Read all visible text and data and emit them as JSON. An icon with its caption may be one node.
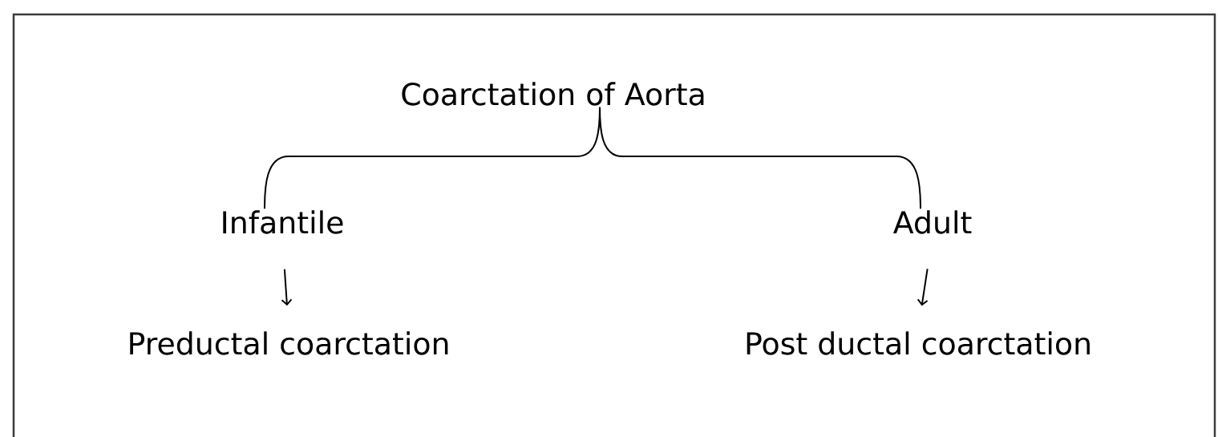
{
  "diagram": {
    "nodes": [
      {
        "text": [
          "Coarctation of Aorta"
        ]
      },
      {
        "text": [
          "Infantile"
        ]
      },
      {
        "text": [
          "Adult"
        ]
      },
      {
        "text": [
          "Preductal coarctation"
        ]
      },
      {
        "text": [
          "Post ductal coarctation"
        ]
      }
    ],
    "edges": [
      {
        "from": 0,
        "to": 1,
        "arrow": "none"
      },
      {
        "from": 0,
        "to": 2,
        "arrow": "none"
      },
      {
        "from": 1,
        "to": 3,
        "arrow": "to"
      },
      {
        "from": 2,
        "to": 4,
        "arrow": "to"
      }
    ]
  }
}
